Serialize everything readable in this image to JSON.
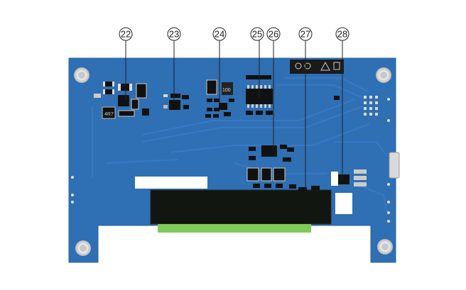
{
  "figure": {
    "callouts": [
      {
        "id": "22",
        "label": "22"
      },
      {
        "id": "23",
        "label": "23"
      },
      {
        "id": "24",
        "label": "24"
      },
      {
        "id": "25",
        "label": "25"
      },
      {
        "id": "26",
        "label": "26"
      },
      {
        "id": "27",
        "label": "27"
      }
    ],
    "callout_28": {
      "label": "28"
    },
    "silkscreen": {
      "inductor_mark": "100",
      "cap_mark": "4R7"
    }
  },
  "colors": {
    "pcb": "#2f6fb3",
    "pcb_edge": "#2a63a3",
    "trace": "#3b7ccc",
    "display_glass": "#111611",
    "fpc": "#7ecb5a",
    "label_sticker": "#1a1a1a"
  }
}
